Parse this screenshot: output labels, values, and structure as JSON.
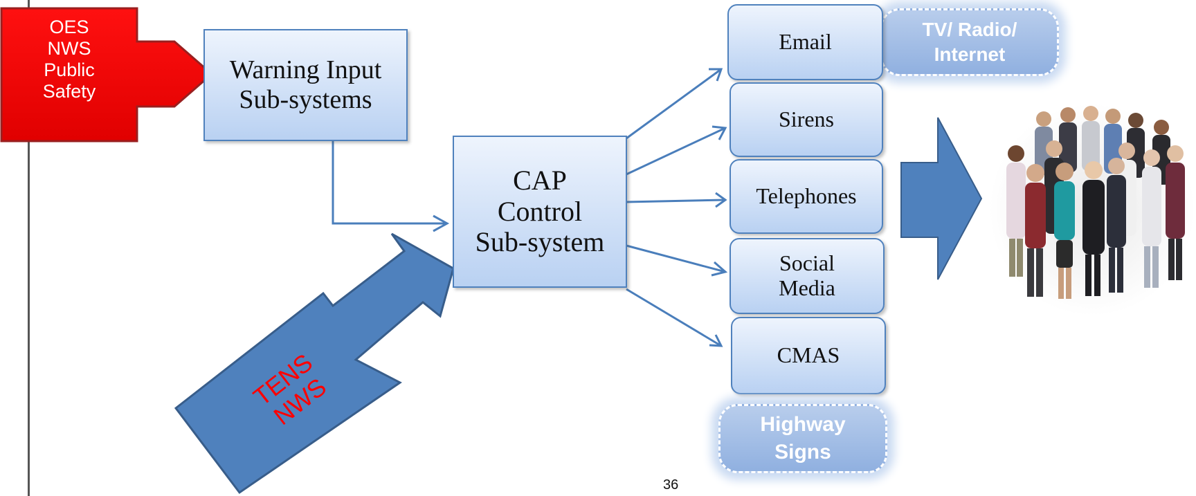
{
  "sources": {
    "text": "OES\nNWS\nPublic\nSafety",
    "color": "#ff0000"
  },
  "warning_input": "Warning Input\nSub-systems",
  "cap_control": "CAP\nControl\nSub-system",
  "tens_nws": "TENS\nNWS",
  "channels": [
    "Email",
    "Sirens",
    "Telephones",
    "Social\nMedia",
    "CMAS"
  ],
  "future_channels": {
    "tv_radio": "TV/ Radio/\nInternet",
    "highway": "Highway\nSigns"
  },
  "page_number": "36",
  "colors": {
    "box_border": "#4f81bd",
    "arrow_fill": "#4f81bd",
    "arrow_line": "#4a7ebb",
    "line": "#4a7ebb"
  }
}
